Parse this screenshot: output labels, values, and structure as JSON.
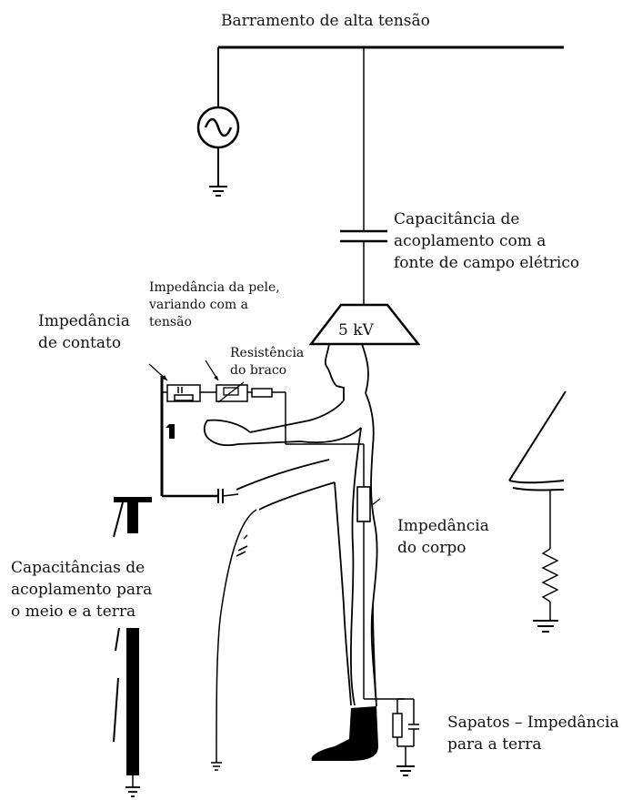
{
  "labels": {
    "bus": "Barramento de alta tensão",
    "coupling_source": [
      "Capacitância de",
      "acoplamento com a",
      "fonte de campo elétrico"
    ],
    "skin": [
      "Impedância da pele,",
      "variando com a",
      "tensão"
    ],
    "contact": [
      "Impedância",
      "de contato"
    ],
    "arm": [
      "Resistência",
      "do braco"
    ],
    "helmet": "5 kV",
    "body": [
      "Impedância",
      "do corpo"
    ],
    "coupling_ground": [
      "Capacitâncias de",
      "acoplamento para",
      "o meio e a terra"
    ],
    "shoes": [
      "Sapatos – Impedância",
      "para a terra"
    ]
  }
}
